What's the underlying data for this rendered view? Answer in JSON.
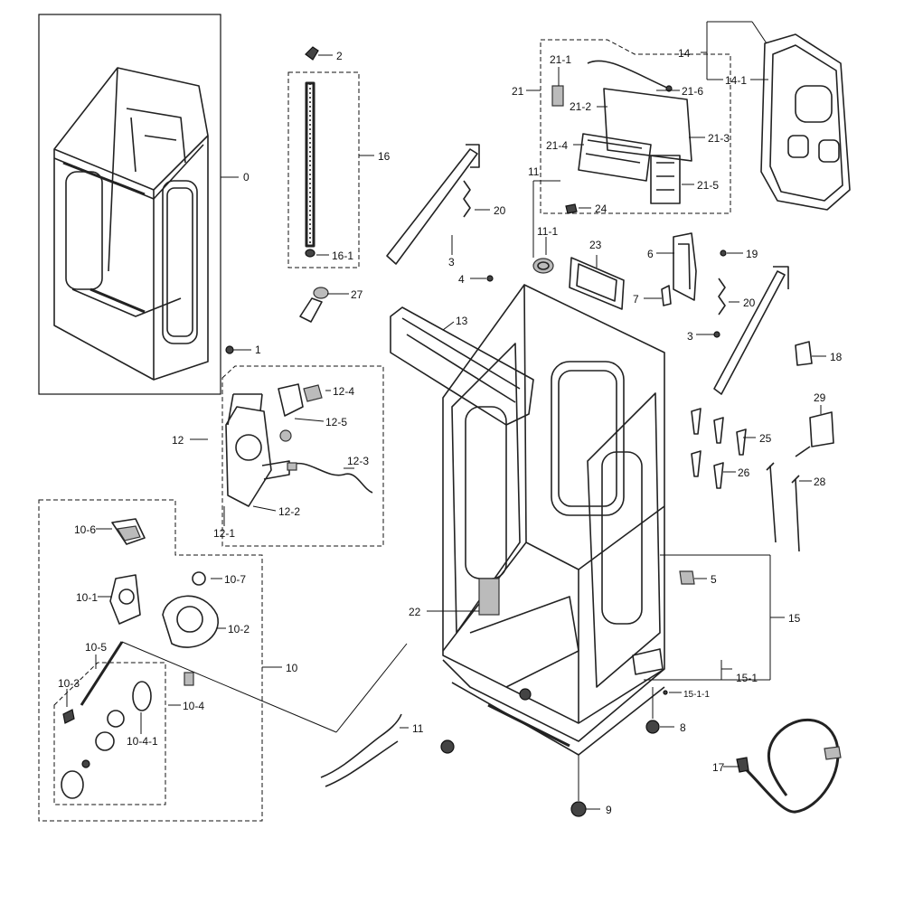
{
  "labels": {
    "l0": "0",
    "l1": "1",
    "l2": "2",
    "l3a": "3",
    "l3b": "3",
    "l4": "4",
    "l5": "5",
    "l6": "6",
    "l7": "7",
    "l8": "8",
    "l9": "9",
    "l10": "10",
    "l10_1": "10-1",
    "l10_2": "10-2",
    "l10_3": "10-3",
    "l10_4": "10-4",
    "l10_4_1": "10-4-1",
    "l10_5": "10-5",
    "l10_6": "10-6",
    "l10_7": "10-7",
    "l11a": "11",
    "l11_1": "11-1",
    "l11b": "11",
    "l12": "12",
    "l12_1": "12-1",
    "l12_2": "12-2",
    "l12_3": "12-3",
    "l12_4": "12-4",
    "l12_5": "12-5",
    "l13": "13",
    "l14": "14",
    "l14_1": "14-1",
    "l15": "15",
    "l15_1": "15-1",
    "l15_1_1": "15-1-1",
    "l16": "16",
    "l16_1": "16-1",
    "l17": "17",
    "l18": "18",
    "l19": "19",
    "l20a": "20",
    "l20b": "20",
    "l21": "21",
    "l21_1": "21-1",
    "l21_2": "21-2",
    "l21_3": "21-3",
    "l21_4": "21-4",
    "l21_5": "21-5",
    "l21_6": "21-6",
    "l22": "22",
    "l23": "23",
    "l24": "24",
    "l25": "25",
    "l26": "26",
    "l27": "27",
    "l28": "28",
    "l29": "29"
  }
}
